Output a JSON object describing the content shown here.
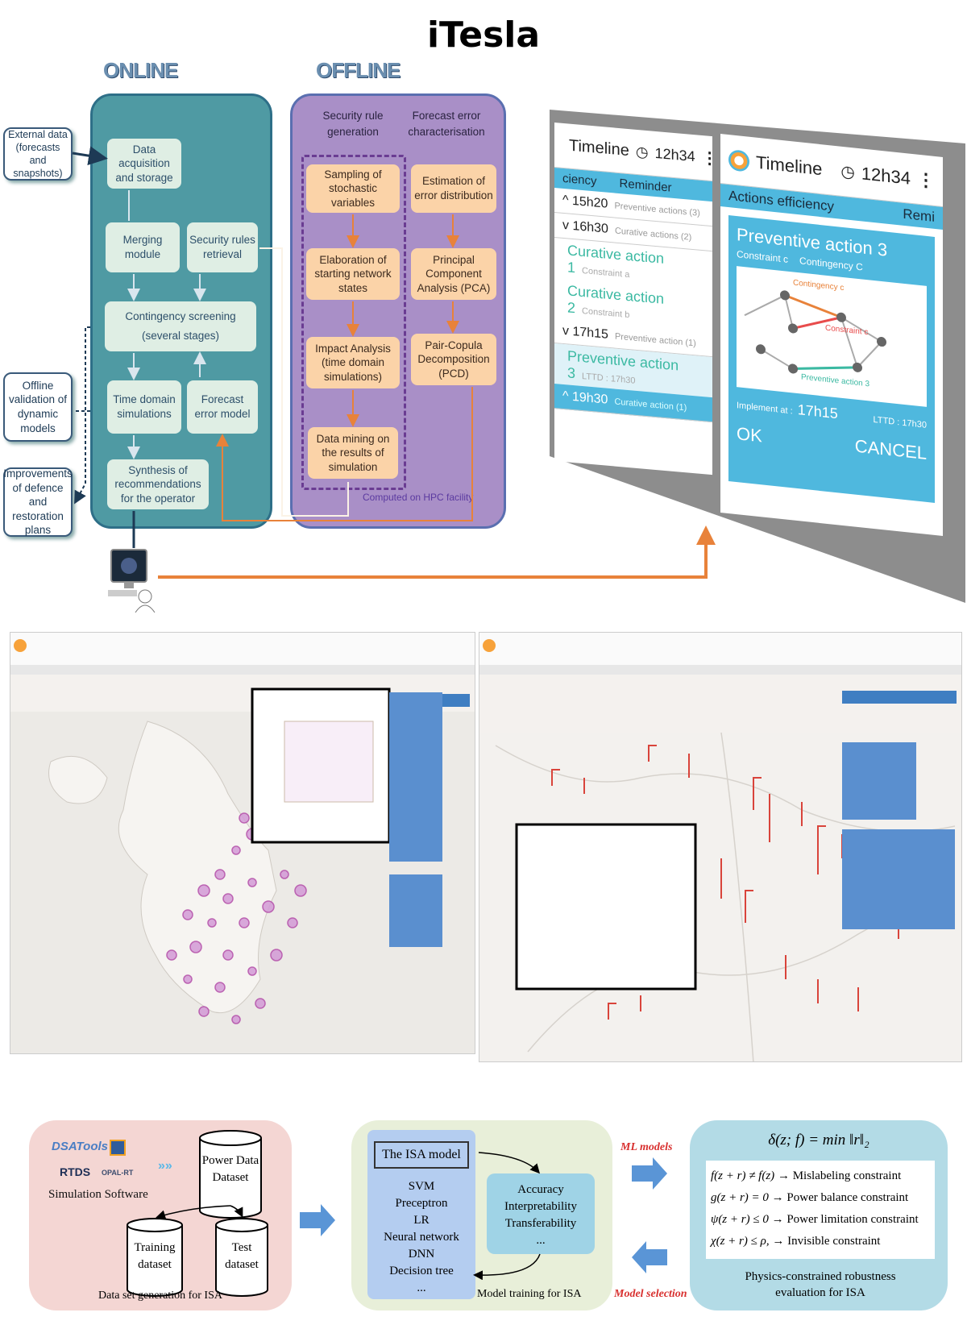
{
  "page_title": "iTesla",
  "online": {
    "label": "ONLINE",
    "boxes": {
      "data_acq": "Data acquisition and storage",
      "merging": "Merging module",
      "security_rules": "Security rules retrieval",
      "contingency": "Contingency screening",
      "contingency_sub": "(several stages)",
      "time_domain": "Time domain simulations",
      "forecast": "Forecast error model",
      "synthesis": "Synthesis of recommendations for the operator"
    }
  },
  "offline": {
    "label": "OFFLINE",
    "head_left": "Security rule generation",
    "head_right": "Forecast error characterisation",
    "boxes": {
      "sampling": "Sampling of stochastic variables",
      "elaboration": "Elaboration of starting network states",
      "impact": "Impact Analysis (time domain simulations)",
      "data_mining": "Data mining on the results of simulation",
      "estimation": "Estimation of error distribution",
      "pca": "Principal Component Analysis (PCA)",
      "pcd": "Pair-Copula Decomposition (PCD)"
    },
    "hpc": "Computed on HPC facility"
  },
  "external": {
    "ext_data": "External data (forecasts and snapshots)",
    "offline_validation": "Offline validation of dynamic models",
    "improvements": "Improvements of defence and restoration plans"
  },
  "phone_left": {
    "title": "Timeline",
    "time": "12h34",
    "tab1": "ciency",
    "tab2": "Reminder",
    "rows": [
      {
        "time": "15h20",
        "note": "Preventive actions (3)"
      },
      {
        "time": "16h30",
        "note": "Curative actions (2)"
      },
      {
        "time": "17h15",
        "note": "Preventive action (1)"
      },
      {
        "time": "19h30",
        "note": "Curative action (1)"
      }
    ],
    "items": [
      {
        "label": "Curative action 1",
        "note": "Constraint a"
      },
      {
        "label": "Curative action 2",
        "note": "Constraint b"
      },
      {
        "label": "Preventive action 3",
        "note": "LTTD : 17h30"
      }
    ]
  },
  "phone_right": {
    "title": "Timeline",
    "time": "12h34",
    "tab1": "Actions efficiency",
    "tab2": "Remi",
    "card_title": "Preventive action 3",
    "card_sub1": "Constraint c",
    "card_sub2": "Contingency C",
    "graph_contingency": "Contingency c",
    "graph_constraint": "Constraint c",
    "graph_action": "Preventive action 3",
    "implement_label": "Implement at :",
    "implement_time": "17h15",
    "lttd": "LTTD : 17h30",
    "ok": "OK",
    "cancel": "CANCEL"
  },
  "bottom": {
    "software": {
      "dsatools": "DSATools",
      "rtds": "RTDS",
      "opal": "OPAL-RT",
      "label": "Simulation Software",
      "power_data": "Power Data Dataset",
      "training": "Training dataset",
      "test": "Test dataset",
      "caption": "Data set generation for ISA"
    },
    "model": {
      "title": "The ISA model",
      "list": [
        "SVM",
        "Preceptron",
        "LR",
        "Neural network",
        "DNN",
        "Decision tree",
        "..."
      ],
      "qualities": [
        "Accuracy",
        "Interpretability",
        "Transferability",
        "..."
      ],
      "caption": "Model training for ISA"
    },
    "ml_models": "ML models",
    "model_selection": "Model selection",
    "physics": {
      "formula": "δ(z; f) = min ‖r‖₂",
      "constraints": [
        {
          "eq": "f(z + r) ≠ f(z)",
          "name": "Mislabeling constraint"
        },
        {
          "eq": "g(z + r) = 0",
          "name": "Power balance constraint"
        },
        {
          "eq": "ψ(z + r) ≤ 0",
          "name": "Power limitation constraint"
        },
        {
          "eq": "χ(z + r) ≤ ρ,",
          "name": "Invisible constraint"
        }
      ],
      "caption": "Physics-constrained robustness evaluation for ISA"
    }
  },
  "colors": {
    "online_panel": "#4f9aa3",
    "offline_panel": "#a98fc7",
    "orange_arrow": "#e8823a",
    "phone_accent": "#4fb8de",
    "green_text": "#3bb9a2"
  }
}
